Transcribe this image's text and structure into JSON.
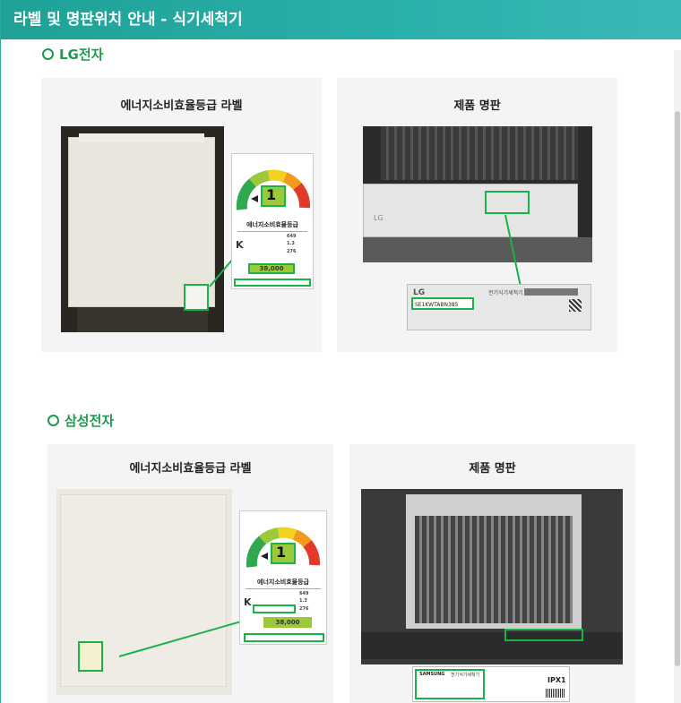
{
  "window": {
    "title": "라벨 및 명판위치 안내 - 식기세척기"
  },
  "sections": [
    {
      "heading": "LG전자",
      "cards": [
        {
          "title": "에너지소비효율등급 라벨"
        },
        {
          "title": "제품 명판"
        }
      ]
    },
    {
      "heading": "삼성전자",
      "cards": [
        {
          "title": "에너지소비효율등급 라벨"
        },
        {
          "title": "제품 명판"
        }
      ]
    }
  ],
  "label": {
    "grade": "1",
    "text": "에너지소비효율등급",
    "kwh": "649",
    "co2": "276",
    "cost_lg": "38,000",
    "cost_samsung": "38,000",
    "value_1_3": "1.3"
  },
  "nameplates": {
    "lg_brand": "LG",
    "lg_model": "SE1KWTABN385",
    "lg_title": "전기식기세척기",
    "samsung_brand": "SAMSUNG",
    "samsung_title": "전기식기세척기",
    "samsung_ipx": "IPX1"
  },
  "colors": {
    "accent": "#1fa196",
    "green": "#19b34a",
    "heading": "#1f9a4f"
  }
}
